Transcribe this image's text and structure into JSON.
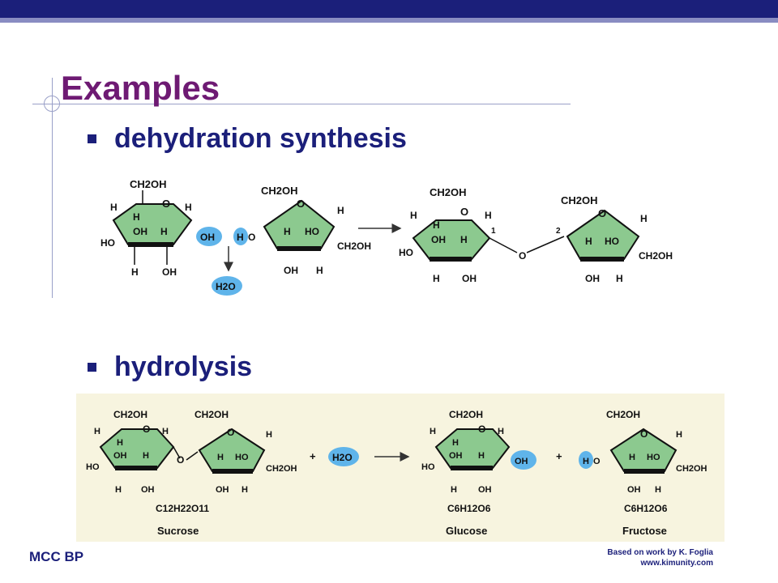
{
  "slide": {
    "title": "Examples",
    "bullets": [
      {
        "text": "dehydration synthesis"
      },
      {
        "text": "hydrolysis"
      }
    ],
    "footer_left": "MCC BP",
    "footer_right_line1": "Based on work by K. Foglia",
    "footer_right_line2": "www.kimunity.com"
  },
  "colors": {
    "title": "#6e1a73",
    "bullet": "#1b1f7a",
    "ring_fill": "#8cc98f",
    "highlight": "#5fb4ea",
    "panel": "#f7f4df",
    "topbar": "#1b1f7a"
  },
  "diagram": {
    "ch2oh": "CH2OH",
    "o": "O",
    "h": "H",
    "oh": "OH",
    "ho": "HO",
    "water": "H2O",
    "plus": "+",
    "carbon1": "1",
    "carbon2": "2",
    "sucrose_formula": "C12H22O11",
    "glucose_formula": "C6H12O6",
    "fructose_formula": "C6H12O6",
    "sucrose_label": "Sucrose",
    "glucose_label": "Glucose",
    "fructose_label": "Fructose"
  }
}
